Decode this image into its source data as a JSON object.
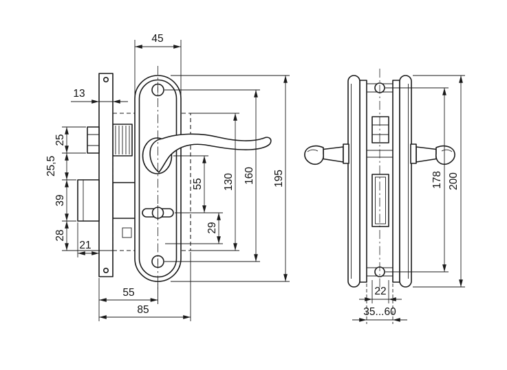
{
  "drawing": {
    "colors": {
      "background": "#ffffff",
      "line": "#1a1a1a"
    },
    "front": {
      "plate_width": "45",
      "faceplate_width": "13",
      "latch_height": "25",
      "latch_to_bolt_gap": "25,5",
      "bolt_height": "39",
      "bolt_to_case_bottom": "28",
      "bolt_projection": "21",
      "handle_to_keyhole": "55",
      "keyhole_offset": "29",
      "case_height": "130",
      "screw_spacing": "160",
      "plate_height": "195",
      "backset": "55",
      "case_depth": "85"
    },
    "side": {
      "overall_height": "200",
      "screw_spacing": "178",
      "hub_width": "22",
      "door_thickness_range": "35...60"
    }
  }
}
